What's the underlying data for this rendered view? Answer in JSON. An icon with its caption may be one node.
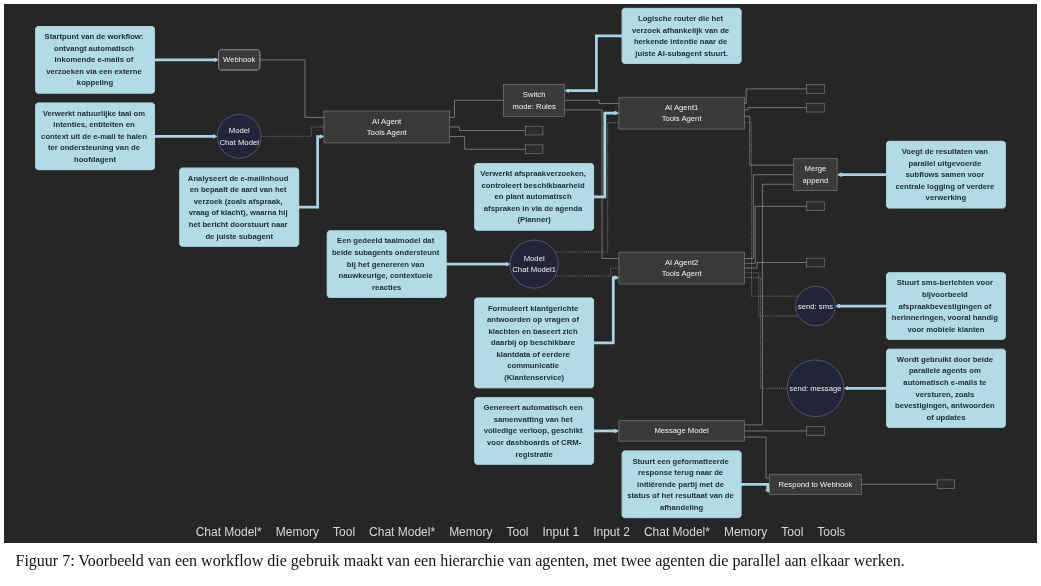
{
  "diagram": {
    "caption": "Figuur 7: Voorbeeld van een workflow die gebruik maakt van een hierarchie van agenten, met twee agenten die parallel aan elkaar werken.",
    "nodes": [
      {
        "text": [
          "Startpunt van de workflow: ontvangt automatisch inkomende e-mails of verzoeken via een externe koppeling"
        ]
      },
      {
        "text": [
          "Analyseert de e-mailinhoud en bepaalt de aard van het verzoek (zoals afspraak, vraag of klacht), waarna hij het bericht doorstuurt naar de juiste subagent"
        ]
      },
      {
        "text": [
          "Logische router die het verzoek afhankelijk van de herkende intentie naar de juiste AI-subagent stuurt."
        ]
      },
      {
        "text": [
          "Verwerkt afspraakverzoeken, controleert beschikbaarheid en plant automatisch afspraken in via de agenda (Planner)"
        ]
      },
      {
        "text": [
          "Webhook"
        ]
      },
      {
        "text": [
          "AI Agent",
          "Tools Agent"
        ]
      },
      {
        "text": [],
        "shape": "box"
      },
      {
        "text": [],
        "shape": "box"
      },
      {
        "text": [
          "AI Agent1",
          "Tools Agent"
        ]
      },
      {
        "text": [],
        "shape": "box"
      },
      {
        "text": [],
        "shape": "box"
      },
      {
        "text": [
          "Switch",
          "mode: Rules"
        ]
      },
      {
        "text": [
          "Merge",
          "append"
        ]
      },
      {
        "text": [
          "Voegt de resultaten van parallel uitgevoerde subflows samen voor centrale logging of verdere verwerking"
        ]
      },
      {
        "text": [
          "Verwerkt natuurlijke taal om intenties, entiteiten en context uit de e-mail te halen ter ondersteuning van de hoofdagent"
        ]
      },
      {
        "text": [
          "Model",
          "Chat Model"
        ]
      },
      {
        "text": [
          "AI Agent2",
          "Tools Agent"
        ]
      },
      {
        "text": [],
        "shape": "box"
      },
      {
        "text": [],
        "shape": "box"
      },
      {
        "text": [
          "Formuleert klantgerichte antwoorden op vragen of klachten en baseert zich daarbij op beschikbare klantdata of eerdere communicatie (Klantenservice)"
        ]
      },
      {
        "text": [
          "Een gedeeld taalmodel dat beide subagents ondersteunt bij het genereren van nauwkeurige, contextuele reacties"
        ]
      },
      {
        "text": [
          "Model",
          "Chat Model1"
        ]
      },
      {
        "text": [
          "send: message"
        ]
      },
      {
        "text": [
          "send: sms"
        ]
      },
      {
        "text": [
          "Stuurt sms-berichten voor bijvoorbeeld afspraakbevestigingen of herinneringen, vooral handig voor mobiele klanten"
        ]
      },
      {
        "text": [
          "Message Model"
        ]
      },
      {
        "text": [],
        "shape": "box"
      },
      {
        "text": [
          "Respond to Webhook"
        ]
      },
      {
        "text": [],
        "shape": "box"
      },
      {
        "text": [
          "Genereert automatisch een samenvatting van het volledige verloop, geschikt voor dashboards of CRM-registratie"
        ]
      },
      {
        "text": [
          "Wordt gebruikt door beide parallele agents om automatisch e-mails te versturen, zoals bevestigingen, antwoorden of updates"
        ]
      },
      {
        "text": [
          "Stuurt een geformatteerde response terug naar de initiërende partij met de status of het resultaat van de afhandeling"
        ]
      }
    ],
    "edges": [
      {
        "from": 4,
        "to": 5,
        "arrow": "none"
      },
      {
        "from": 5,
        "to": 11,
        "arrow": "none"
      },
      {
        "from": 11,
        "to": 8,
        "arrow": "none"
      },
      {
        "from": 11,
        "to": 16,
        "arrow": "none"
      },
      {
        "from": 8,
        "to": 12,
        "arrow": "none"
      },
      {
        "from": 16,
        "to": 12,
        "arrow": "none"
      },
      {
        "from": 12,
        "to": 25,
        "arrow": "none"
      },
      {
        "from": 25,
        "to": 27,
        "arrow": "none"
      },
      {
        "from": 27,
        "to": 28,
        "arrow": "none"
      },
      {
        "from": 15,
        "to": 5,
        "arrow": "none",
        "style": "dashed"
      },
      {
        "from": 5,
        "to": 6,
        "arrow": "none"
      },
      {
        "from": 5,
        "to": 7,
        "arrow": "none"
      },
      {
        "from": 21,
        "to": 8,
        "arrow": "none",
        "style": "dashed"
      },
      {
        "from": 8,
        "to": 9,
        "arrow": "none"
      },
      {
        "from": 8,
        "to": 10,
        "arrow": "none"
      },
      {
        "from": 21,
        "to": 16,
        "arrow": "none",
        "style": "dashed"
      },
      {
        "from": 16,
        "to": 17,
        "arrow": "none"
      },
      {
        "from": 16,
        "to": 18,
        "arrow": "none"
      },
      {
        "from": 22,
        "to": 16,
        "arrow": "none",
        "style": "dashed"
      },
      {
        "from": 23,
        "to": 8,
        "arrow": "none",
        "style": "dashed"
      },
      {
        "from": 23,
        "to": 16,
        "arrow": "none",
        "style": "dashed"
      },
      {
        "from": 25,
        "to": 26,
        "arrow": "none"
      },
      {
        "from": 0,
        "to": 4,
        "arrow": "to",
        "style": "thick",
        "color": "#a8d4e3"
      },
      {
        "from": 1,
        "to": 5,
        "arrow": "to",
        "style": "thick",
        "color": "#a8d4e3"
      },
      {
        "from": 2,
        "to": 11,
        "arrow": "to",
        "style": "thick",
        "color": "#a8d4e3"
      },
      {
        "from": 3,
        "to": 8,
        "arrow": "to",
        "style": "thick",
        "color": "#a8d4e3"
      },
      {
        "from": 13,
        "to": 12,
        "arrow": "to",
        "style": "thick",
        "color": "#a8d4e3"
      },
      {
        "from": 14,
        "to": 15,
        "arrow": "to",
        "style": "thick",
        "color": "#a8d4e3"
      },
      {
        "from": 19,
        "to": 16,
        "arrow": "to",
        "style": "thick",
        "color": "#a8d4e3"
      },
      {
        "from": 20,
        "to": 21,
        "arrow": "to",
        "style": "thick",
        "color": "#a8d4e3"
      },
      {
        "from": 24,
        "to": 23,
        "arrow": "to",
        "style": "thick",
        "color": "#a8d4e3"
      },
      {
        "from": 29,
        "to": 25,
        "arrow": "to",
        "style": "thick",
        "color": "#a8d4e3"
      },
      {
        "from": 30,
        "to": 22,
        "arrow": "to",
        "style": "thick",
        "color": "#a8d4e3"
      },
      {
        "from": 31,
        "to": 27,
        "arrow": "to",
        "style": "thick",
        "color": "#a8d4e3"
      }
    ],
    "labels": [
      "Chat Model*",
      "Memory",
      "Tool",
      "Chat Model*",
      "Memory",
      "Tool",
      "Input 1",
      "Input 2",
      "Chat Model*",
      "Memory",
      "Tool",
      "Tools"
    ]
  }
}
